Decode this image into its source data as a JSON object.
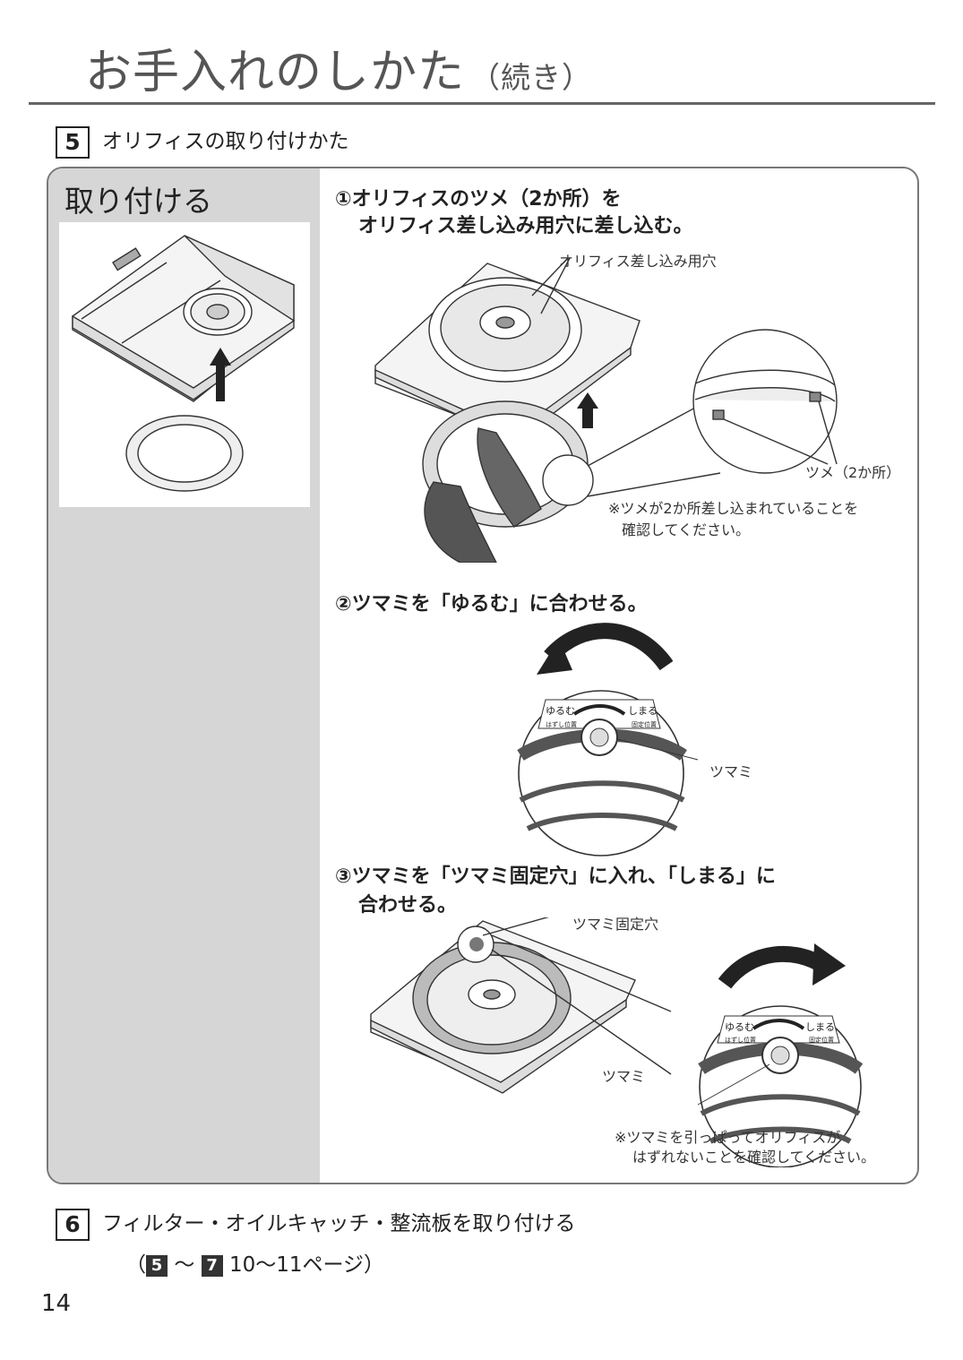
{
  "header": {
    "title": "お手入れのしかた",
    "subtitle": "（続き）"
  },
  "section5": {
    "number": "5",
    "title": "オリフィスの取り付けかた"
  },
  "panel": {
    "heading": "取り付ける",
    "step1": {
      "line1": "①オリフィスのツメ（2か所）を",
      "line2": "オリフィス差し込み用穴に差し込む。",
      "label_hole": "オリフィス差し込み用穴",
      "label_tabs": "ツメ（2か所）",
      "note_line1": "※ツメが2か所差し込まれていることを",
      "note_line2": "確認してください。"
    },
    "step2": {
      "text": "②ツマミを「ゆるむ」に合わせる。",
      "label_knob": "ツマミ",
      "dial_loosen": "ゆるむ",
      "dial_tighten": "しまる",
      "dial_remove": "はずし位置",
      "dial_fix": "固定位置"
    },
    "step3": {
      "line1": "③ツマミを「ツマミ固定穴」に入れ、「しまる」に",
      "line2": "合わせる。",
      "label_hole": "ツマミ固定穴",
      "label_knob": "ツマミ",
      "note_line1": "※ツマミを引っぱってオリフィスが",
      "note_line2": "はずれないことを確認してください。"
    }
  },
  "section6": {
    "number": "6",
    "title": "フィルター・オイルキャッチ・整流板を取り付ける",
    "ref_open": "（",
    "ref_from": "5",
    "ref_tilde": "〜",
    "ref_to": "7",
    "ref_pages": "10〜11ページ）"
  },
  "footer": {
    "page_number": "14"
  }
}
